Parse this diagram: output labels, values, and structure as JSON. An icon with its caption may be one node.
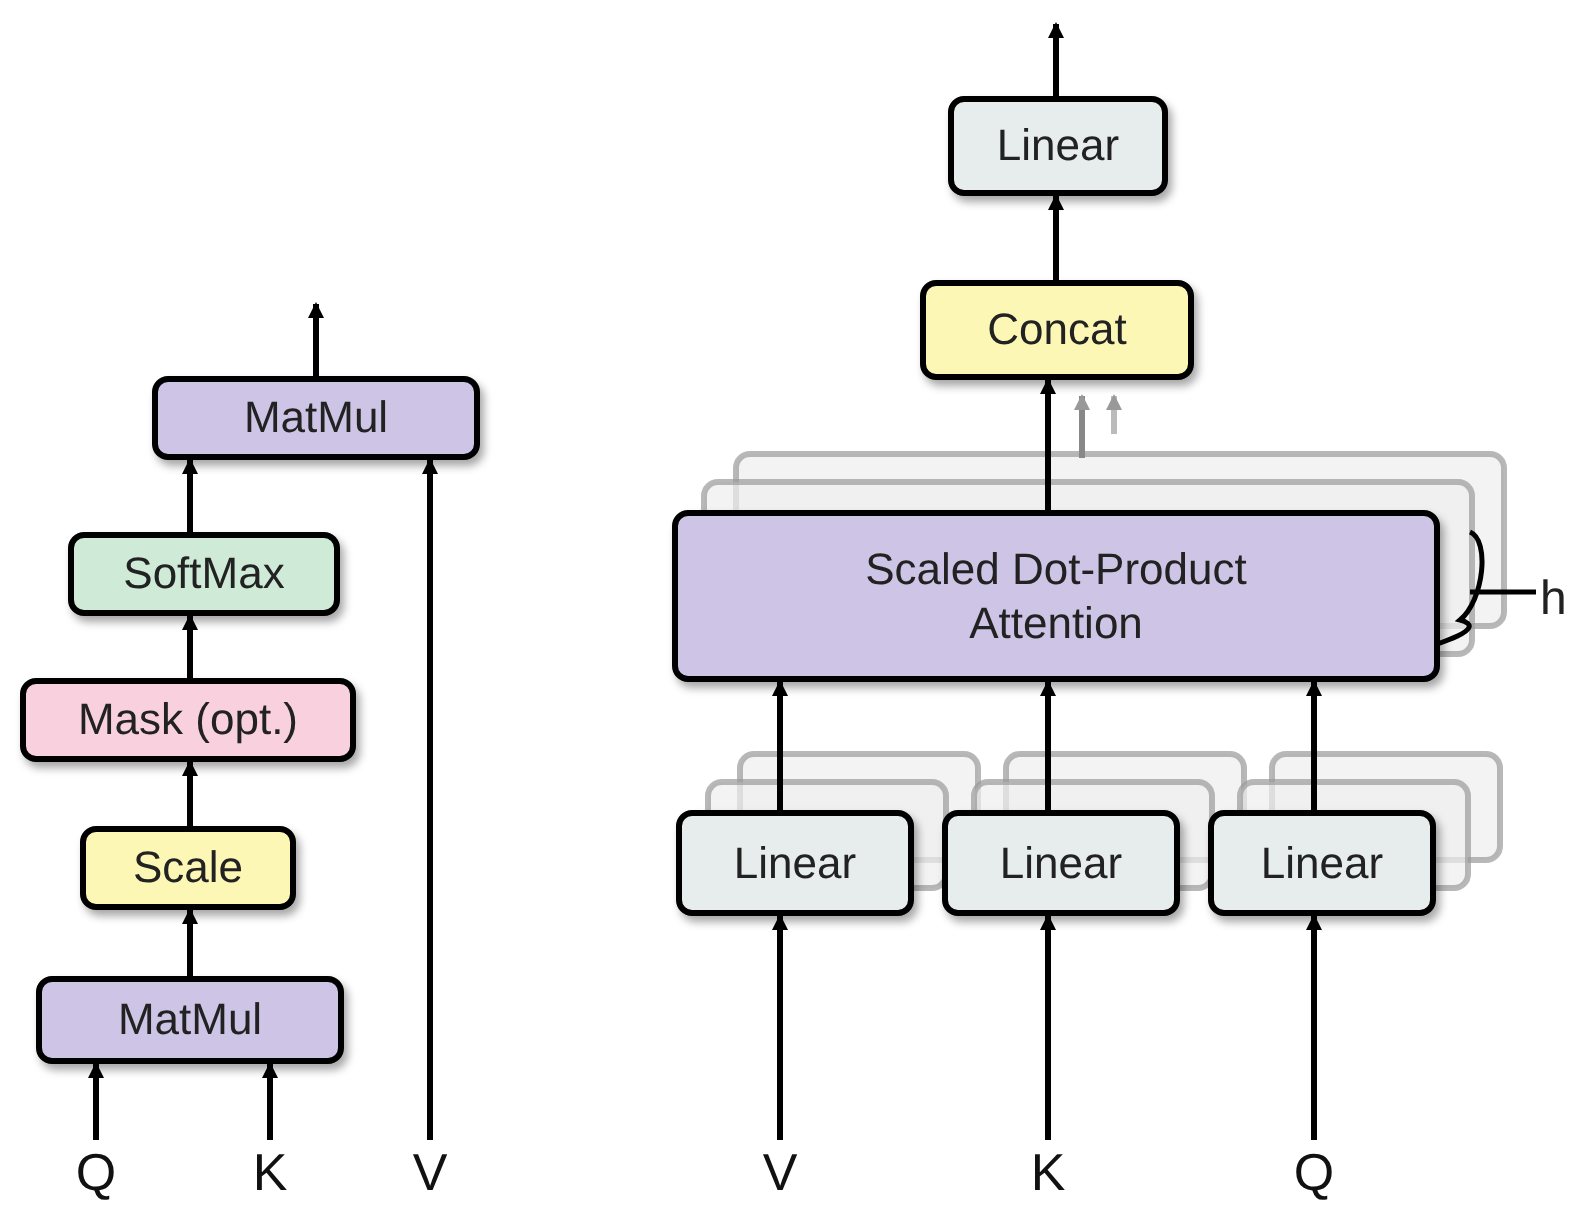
{
  "diagram": {
    "nodes": [
      {
        "text": [
          "MatMul"
        ]
      },
      {
        "text": [
          "SoftMax"
        ]
      },
      {
        "text": [
          "Mask (opt.)"
        ]
      },
      {
        "text": [
          "Scale"
        ]
      },
      {
        "text": [
          "MatMul"
        ]
      },
      {
        "text": [
          "Q"
        ]
      },
      {
        "text": [
          "K"
        ]
      },
      {
        "text": [
          "V"
        ]
      },
      {
        "text": [
          "Linear"
        ]
      },
      {
        "text": [
          "Concat"
        ]
      },
      {
        "text": [
          "Scaled Dot-Product Attention"
        ]
      },
      {
        "text": [
          "Linear"
        ]
      },
      {
        "text": [
          "Linear"
        ]
      },
      {
        "text": [
          "Linear"
        ]
      },
      {
        "text": [
          "V"
        ]
      },
      {
        "text": [
          "K"
        ]
      },
      {
        "text": [
          "Q"
        ]
      }
    ],
    "edges": [
      {
        "from": 5,
        "to": 4,
        "arrow": "to"
      },
      {
        "from": 6,
        "to": 4,
        "arrow": "to"
      },
      {
        "from": 4,
        "to": 3,
        "arrow": "to"
      },
      {
        "from": 3,
        "to": 2,
        "arrow": "to"
      },
      {
        "from": 2,
        "to": 1,
        "arrow": "to"
      },
      {
        "from": 1,
        "to": 0,
        "arrow": "to"
      },
      {
        "from": 7,
        "to": 0,
        "arrow": "to"
      },
      {
        "from": 0,
        "to": null,
        "arrow": "to"
      },
      {
        "from": 14,
        "to": 11,
        "arrow": "to"
      },
      {
        "from": 15,
        "to": 12,
        "arrow": "to"
      },
      {
        "from": 16,
        "to": 13,
        "arrow": "to"
      },
      {
        "from": 11,
        "to": 10,
        "arrow": "to"
      },
      {
        "from": 12,
        "to": 10,
        "arrow": "to"
      },
      {
        "from": 13,
        "to": 10,
        "arrow": "to"
      },
      {
        "from": 10,
        "to": 9,
        "arrow": "to"
      },
      {
        "from": 9,
        "to": 8,
        "arrow": "to"
      },
      {
        "from": 8,
        "to": null,
        "arrow": "to"
      }
    ],
    "labels": [
      "h"
    ]
  }
}
